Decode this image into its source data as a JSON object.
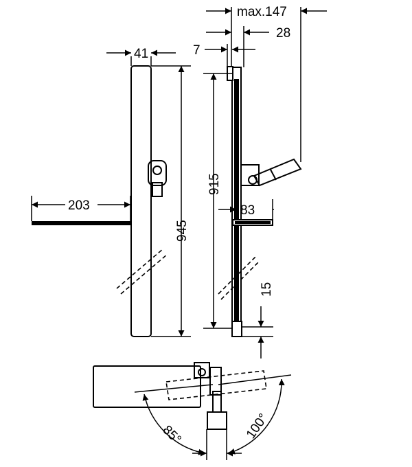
{
  "dimensions": {
    "max_depth": "max.147",
    "offset_28": "28",
    "offset_7": "7",
    "width_41": "41",
    "height_945": "945",
    "height_915": "915",
    "shelf_203": "203",
    "shelf_83": "83",
    "gap_15": "15",
    "angle_85": "85°",
    "angle_100": "100°"
  }
}
